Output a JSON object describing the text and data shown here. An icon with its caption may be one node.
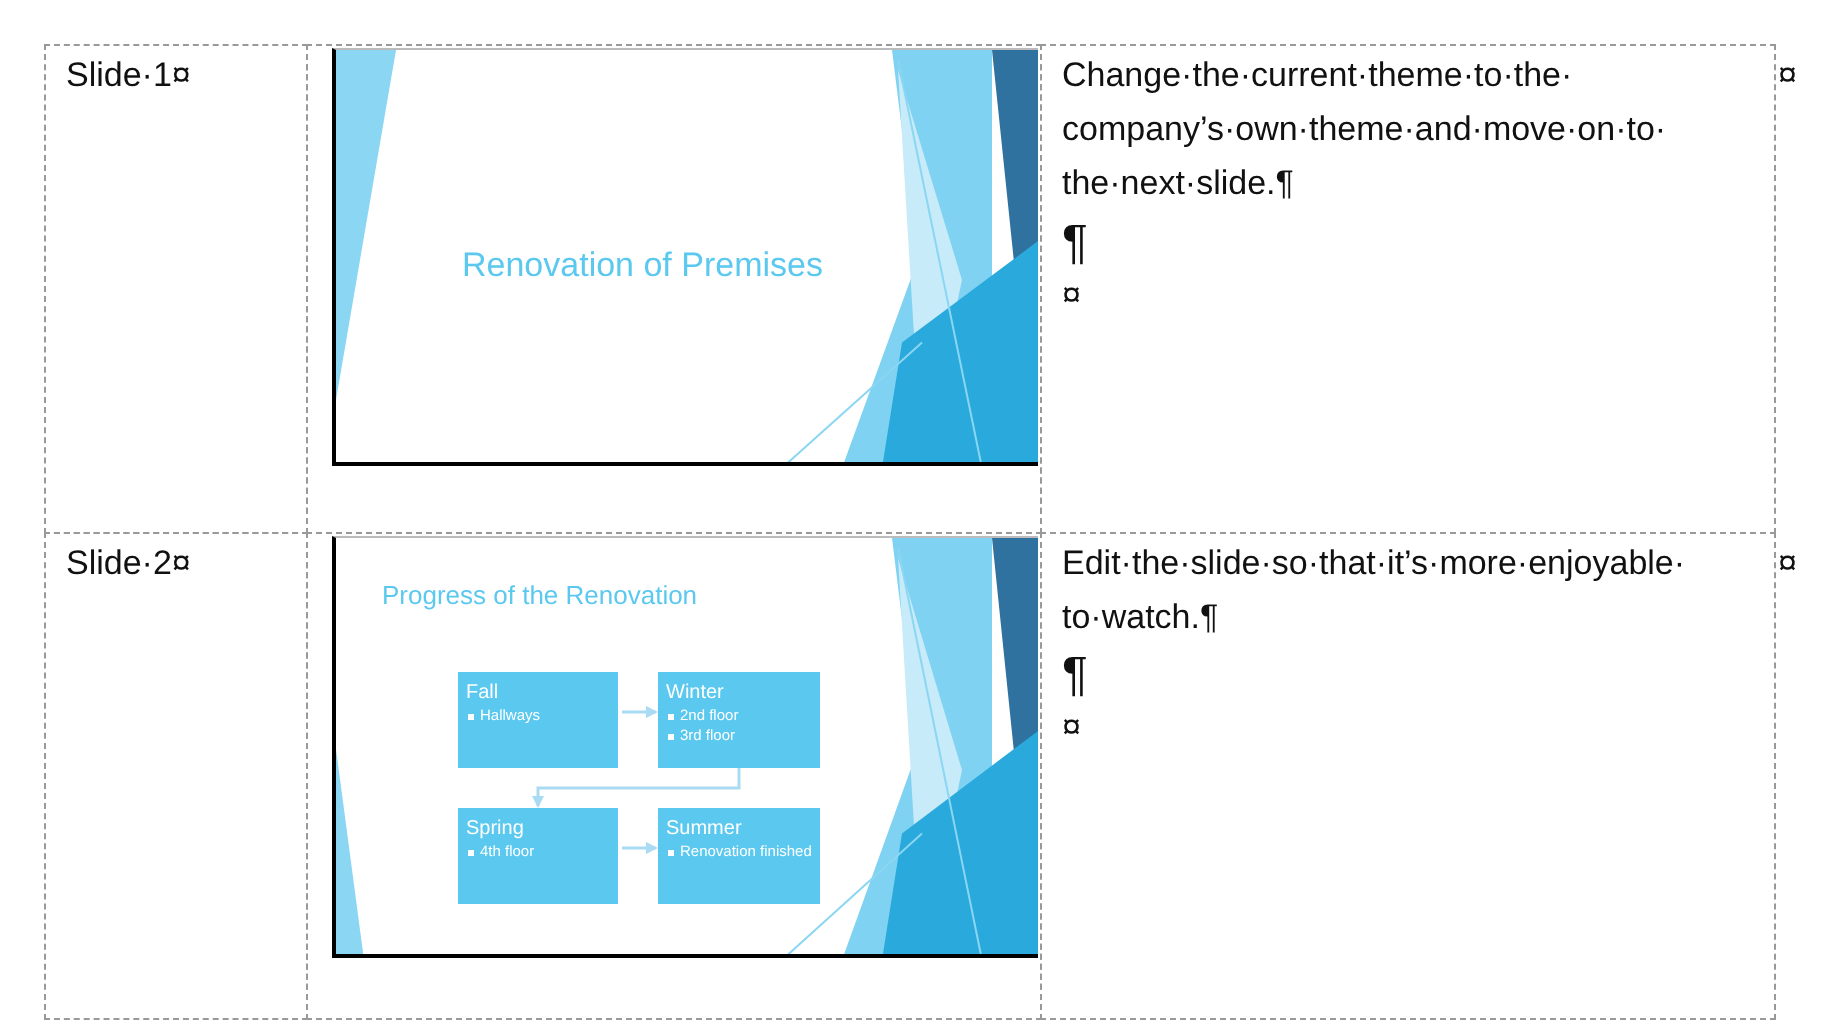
{
  "diagram": {
    "nodes": [
      {
        "text": [
          "Renovation of Premises"
        ]
      },
      {
        "text": [
          "Progress of the Renovation"
        ]
      },
      {
        "text": [
          "Fall",
          "Hallways"
        ],
        "in": 1
      },
      {
        "text": [
          "Winter",
          "2nd floor",
          "3rd floor"
        ],
        "in": 1
      },
      {
        "text": [
          "Spring",
          "4th floor"
        ],
        "in": 1
      },
      {
        "text": [
          "Summer",
          "Renovation finished"
        ],
        "in": 1
      }
    ],
    "edges": [
      {
        "from": 2,
        "to": 3,
        "arrow": "to"
      },
      {
        "from": 3,
        "to": 4,
        "arrow": "to"
      },
      {
        "from": 4,
        "to": 5,
        "arrow": "to"
      }
    ],
    "labels": [
      "Slide·1¤",
      "Change·the·current·theme·to·the·company’s·own·theme·and·move·on·to·the·next·slide.¶",
      "¶",
      "¤",
      "¤",
      "Slide·2¤",
      "Edit·the·slide·so·that·it’s·more·enjoyable·to·watch.¶",
      "¶",
      "¤",
      "¤"
    ]
  }
}
